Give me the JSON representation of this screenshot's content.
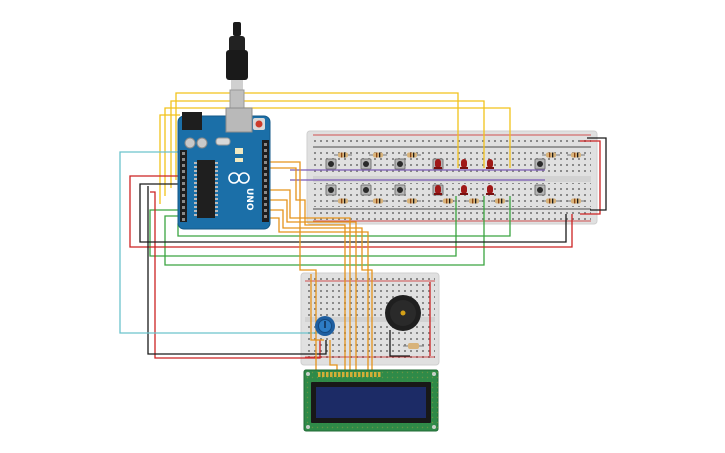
{
  "arduino": {
    "board_name": "UNO",
    "board_color": "#1b6fa8",
    "usb_cable_color": "#1a1a1a"
  },
  "breadboards": {
    "main_color": "#e0e0e0",
    "small_color": "#e0e0e0"
  },
  "lcd": {
    "pcb_color": "#2f8a48",
    "screen_color": "#1c2b66"
  },
  "wire_colors": {
    "yellow": "#f2c21b",
    "orange": "#e5931b",
    "green": "#3aa540",
    "red": "#cc2222",
    "black": "#1a1a1a",
    "cyan": "#6cc3cc",
    "purple": "#7a5ab5"
  },
  "components": {
    "pushbutton_count": 10,
    "led_count": 6,
    "led_color": "#a01818",
    "buzzer": "piezo-buzzer",
    "potentiometer": "potentiometer"
  }
}
